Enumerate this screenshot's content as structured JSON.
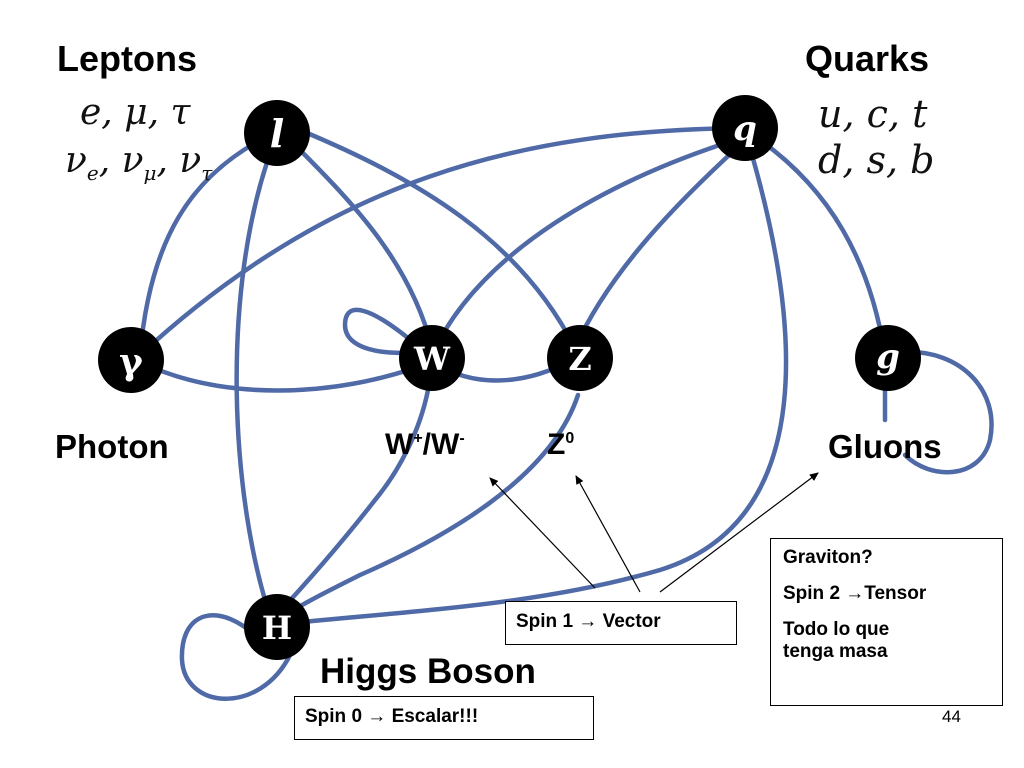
{
  "groups": {
    "leptons": {
      "title": "Leptons",
      "charged": "e, μ, τ",
      "neutrinos": [
        "ν",
        "e",
        "ν",
        "μ",
        "ν",
        "τ"
      ]
    },
    "quarks": {
      "title": "Quarks",
      "row1": "u, c, t",
      "row2": "d, s, b"
    }
  },
  "nodes": {
    "lepton": "l",
    "quark": "q",
    "photon": "γ",
    "w": "W",
    "z": "Z",
    "gluon": "g",
    "higgs": "H"
  },
  "labels": {
    "photon": "Photon",
    "w_main": "W",
    "w_plus": "+",
    "w_slash": "/W",
    "w_minus": "-",
    "z_main": "Z",
    "z_sup": "0",
    "gluons": "Gluons",
    "higgs": "Higgs Boson"
  },
  "boxes": {
    "spin1": "Spin 1 → Vector",
    "spin0": "Spin 0 → Escalar!!!",
    "graviton": [
      "Graviton?",
      "Spin 2 →Tensor",
      "Todo lo que",
      "tenga masa"
    ]
  },
  "page_number": "44"
}
